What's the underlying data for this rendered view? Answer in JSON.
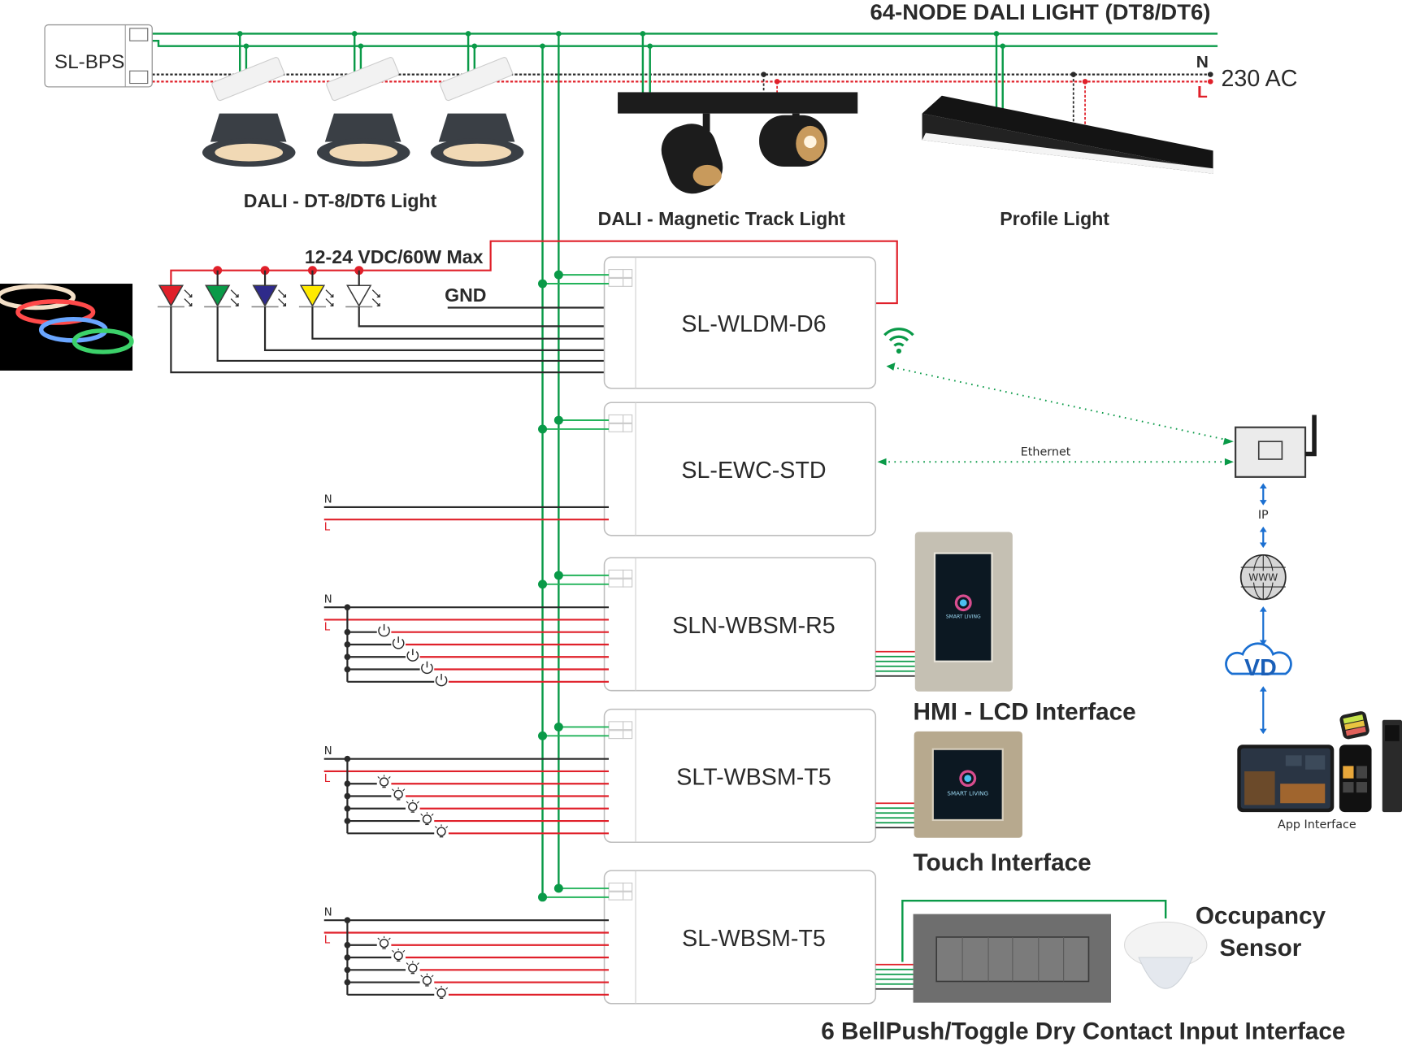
{
  "title": "64-NODE DALI LIGHT (DT8/DT6)",
  "power": {
    "supply_label": "230 AC",
    "neutral": "N",
    "live": "L"
  },
  "bus_power_supply": {
    "label": "SL-BPS"
  },
  "luminaires": [
    {
      "label": "DALI - DT-8/DT6 Light",
      "count": 3
    },
    {
      "label": "DALI - Magnetic Track Light"
    },
    {
      "label": "Profile Light"
    }
  ],
  "led_strip": {
    "voltage_label": "12-24 VDC/60W Max",
    "gnd_label": "GND",
    "channels": [
      {
        "color": "#e0202a"
      },
      {
        "color": "#0a9a48"
      },
      {
        "color": "#2e2a8a"
      },
      {
        "color": "#ffea00"
      },
      {
        "color": "#ffffff"
      }
    ]
  },
  "modules": [
    {
      "id": "wldm",
      "label": "SL-WLDM-D6"
    },
    {
      "id": "ewc",
      "label": "SL-EWC-STD",
      "inputs": [
        "N",
        "L"
      ]
    },
    {
      "id": "wbsm_r5",
      "label": "SLN-WBSM-R5",
      "inputs": [
        "N",
        "L"
      ],
      "switch_type": "power-button",
      "switch_count": 5
    },
    {
      "id": "wbsm_t5a",
      "label": "SLT-WBSM-T5",
      "inputs": [
        "N",
        "L"
      ],
      "switch_type": "bulb",
      "switch_count": 5
    },
    {
      "id": "wbsm_t5b",
      "label": "SL-WBSM-T5",
      "inputs": [
        "N",
        "L"
      ],
      "switch_type": "bulb",
      "switch_count": 5
    }
  ],
  "gateway": {
    "ethernet_label": "Ethernet",
    "ip_label": "IP",
    "www_label": "WWW",
    "cloud_label": "VD"
  },
  "interfaces": {
    "hmi": "HMI - LCD Interface",
    "touch": "Touch Interface",
    "brand": "SMART LIVING",
    "app": "App Interface",
    "occupancy": [
      "Occupancy",
      "Sensor"
    ],
    "bellpush": "6 BellPush/Toggle Dry Contact Input Interface"
  },
  "colors": {
    "dali_bus": "#0a9a48",
    "live": "#e0202a",
    "neutral": "#2a2a2a",
    "ip_link": "#1a6fd1"
  }
}
